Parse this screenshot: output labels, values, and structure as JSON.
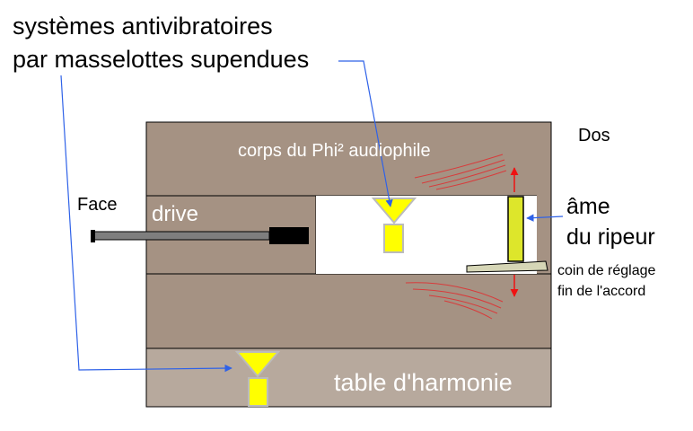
{
  "title": {
    "line1": "systèmes antivibratoires",
    "line2": "par masselottes supendues"
  },
  "labels": {
    "dos": "Dos",
    "face": "Face",
    "drive": "drive",
    "corps": "corps du Phi² audiophile",
    "ame_line1": "âme",
    "ame_line2": "du ripeur",
    "coin_line1": "coin de réglage",
    "coin_line2": "fin de l'accord",
    "table": "table d'harmonie"
  },
  "colors": {
    "wood_dark": "#A59283",
    "wood_light": "#B7A99D",
    "yellow": "#DDE62B",
    "yellow_fill": "#FFFF00",
    "leader_blue": "#2F62E8",
    "force_red": "#EF1212",
    "grain_red": "#D83B3B",
    "rod_dark": "#000000",
    "rod_gray": "#7E7E7E"
  }
}
